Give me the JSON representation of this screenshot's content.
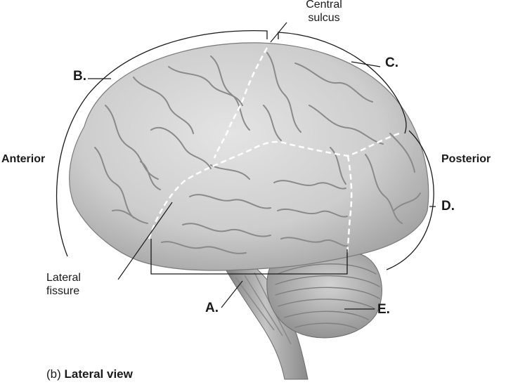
{
  "labels": {
    "central_sulcus": [
      "Central",
      "sulcus"
    ],
    "lateral_fissure": [
      "Lateral",
      "fissure"
    ],
    "anterior": "Anterior",
    "posterior": "Posterior",
    "a": "A.",
    "b": "B.",
    "c": "C.",
    "d": "D.",
    "e": "E."
  },
  "caption": {
    "prefix": "(b)",
    "title": "Lateral view"
  },
  "colors": {
    "cortex": "#cfcfcf",
    "sulcus_shadow": "#8a8a8a",
    "cerebellum": "#b9b9b9",
    "brainstem": "#a7a7a7",
    "leader": "#1a1a1a",
    "boundary_dash": "#ffffff"
  }
}
